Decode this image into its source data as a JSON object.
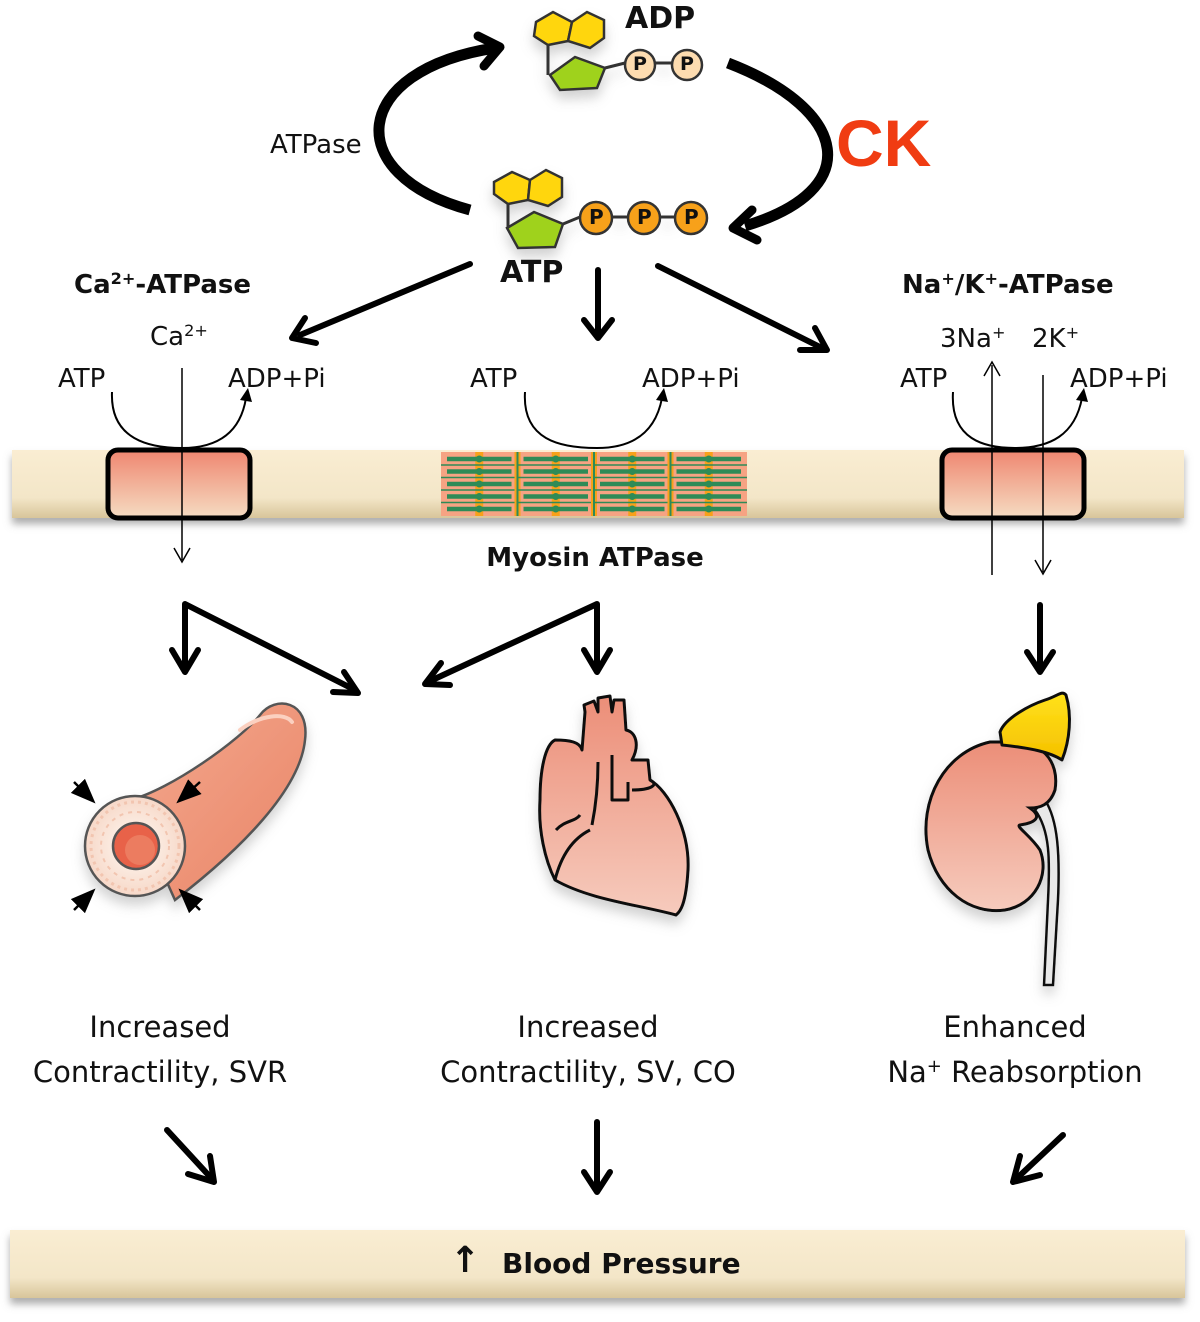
{
  "cycle": {
    "adp_label": "ADP",
    "atp_label": "ATP",
    "atpase_label": "ATPase",
    "ck_label": "CK",
    "phosphate_glyph": "P",
    "adp_phosphate_count": 2,
    "atp_phosphate_count": 3,
    "colors": {
      "ck": "#f03c12",
      "purine": "#ffd60a",
      "ribose": "#9fd21f",
      "adp_phosphate": "#fddcb0",
      "atp_phosphate": "#f7a11a"
    }
  },
  "pumps": {
    "ca": {
      "title_base": "Ca",
      "title_sup": "2+",
      "title_rest": "-ATPase",
      "ion_base": "Ca",
      "ion_sup": "2+",
      "atp": "ATP",
      "products": "ADP+Pi"
    },
    "myosin": {
      "atp": "ATP",
      "products": "ADP+Pi",
      "title": "Myosin ATPase"
    },
    "nak": {
      "title_na": "Na",
      "title_k": "K",
      "title_sup": "+",
      "title_sep": "/",
      "title_rest": "-ATPase",
      "ion_out_base": "3Na",
      "ion_in_base": "2K",
      "ion_sup": "+",
      "atp": "ATP",
      "products": "ADP+Pi"
    }
  },
  "effects": {
    "vessel": {
      "line1": "Increased",
      "line2": "Contractility, SVR",
      "icon": "blood-vessel-icon"
    },
    "heart": {
      "line1": "Increased",
      "line2": "Contractility, SV, CO",
      "icon": "heart-icon"
    },
    "kidney": {
      "line1": "Enhanced",
      "line2_base": "Na",
      "line2_sup": "+",
      "line2_rest": " Reabsorption",
      "icon": "kidney-icon"
    }
  },
  "result": {
    "arrow": "↑",
    "label": "Blood Pressure"
  },
  "colors": {
    "membrane": "#f6e9cc",
    "pump_fill_top": "#ef8a72",
    "pump_fill_bottom": "#f4d9c0",
    "organ_pink": "#f0a38f",
    "adrenal_yellow": "#ffd500"
  }
}
